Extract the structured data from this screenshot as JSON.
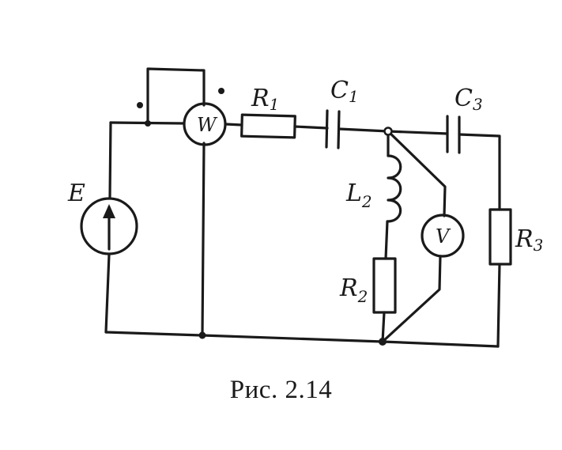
{
  "caption": "Рис. 2.14",
  "labels": {
    "E": "E",
    "W": "W",
    "V": "V",
    "R1": {
      "main": "R",
      "sub": "1"
    },
    "C1": {
      "main": "C",
      "sub": "1"
    },
    "C3": {
      "main": "C",
      "sub": "3"
    },
    "L2": {
      "main": "L",
      "sub": "2"
    },
    "R2": {
      "main": "R",
      "sub": "2"
    },
    "R3": {
      "main": "R",
      "sub": "3"
    }
  },
  "colors": {
    "ink": "#1a1a1a",
    "paper": "#ffffff"
  }
}
